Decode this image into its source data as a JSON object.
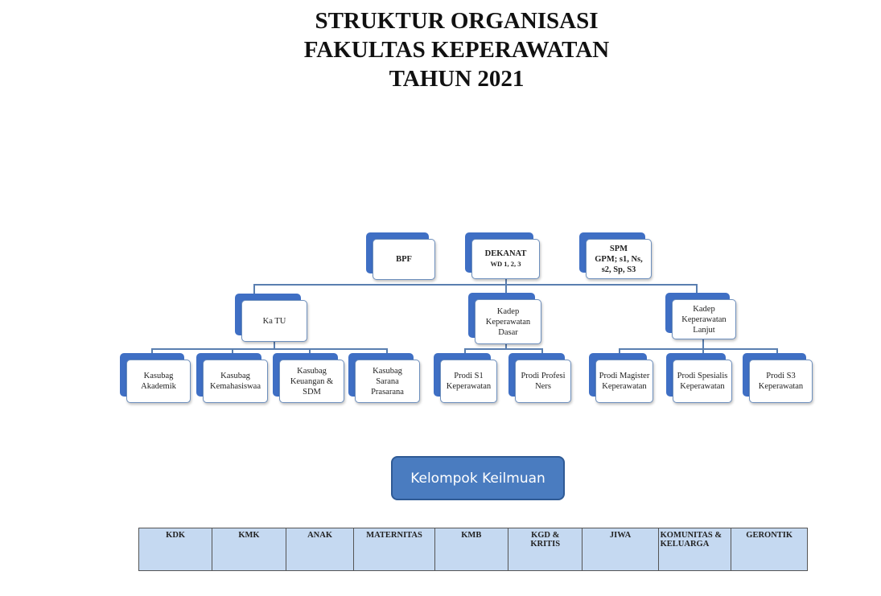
{
  "title": [
    "STRUKTUR ORGANISASI",
    "FAKULTAS KEPERAWATAN",
    "TAHUN  2021"
  ],
  "top": {
    "bpf": "BPF",
    "dekanat": "DEKANAT",
    "dekanat_sub": "WD 1, 2, 3",
    "spm": "SPM",
    "spm_sub1": "GPM; s1, Ns,",
    "spm_sub2": "s2, Sp, S3"
  },
  "mid": {
    "katu": "Ka TU",
    "dasar": [
      "Kadep",
      "Keperawatan",
      "Dasar"
    ],
    "lanjut": [
      "Kadep",
      "Keperawatan",
      "Lanjut"
    ]
  },
  "units": [
    [
      "Kasubag",
      "Akademik"
    ],
    [
      "Kasubag",
      "Kemahasiswaa"
    ],
    [
      "Kasubag",
      "Keuangan &",
      "SDM"
    ],
    [
      "Kasubag",
      "Sarana",
      "Prasarana"
    ],
    [
      "Prodi S1",
      "Keperawatan"
    ],
    [
      "Prodi Profesi",
      "Ners"
    ],
    [
      "Prodi Magister",
      "Keperawatan"
    ],
    [
      "Prodi Spesialis",
      "Keperawatan"
    ],
    [
      "Prodi S3",
      "Keperawatan"
    ]
  ],
  "kelompok_button": "Kelompok Keilmuan",
  "table": [
    [
      "KDK"
    ],
    [
      "KMK"
    ],
    [
      "ANAK"
    ],
    [
      "MATERNITAS"
    ],
    [
      "KMB"
    ],
    [
      "KGD  &",
      "KRITIS"
    ],
    [
      "JIWA"
    ],
    [
      "KOMUNITAS &",
      "KELUARGA"
    ],
    [
      "GERONTIK"
    ]
  ]
}
